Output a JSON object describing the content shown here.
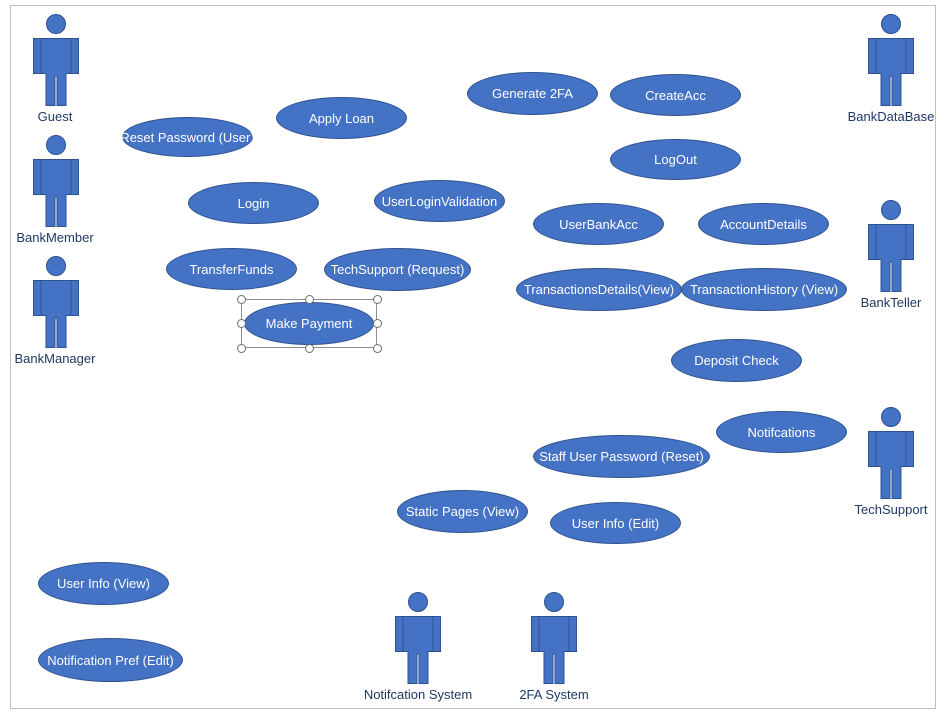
{
  "diagram": {
    "actors": [
      {
        "id": "guest",
        "label": "Guest"
      },
      {
        "id": "bank-member",
        "label": "BankMember"
      },
      {
        "id": "bank-manager",
        "label": "BankManager"
      },
      {
        "id": "bank-database",
        "label": "BankDataBase"
      },
      {
        "id": "bank-teller",
        "label": "BankTeller"
      },
      {
        "id": "tech-support",
        "label": "TechSupport"
      },
      {
        "id": "notification-system",
        "label": "Notifcation System"
      },
      {
        "id": "two-fa-system",
        "label": "2FA System"
      }
    ],
    "use_cases": [
      {
        "id": "reset-password-user",
        "label": "Reset Password (User)"
      },
      {
        "id": "apply-loan",
        "label": "Apply Loan"
      },
      {
        "id": "generate-2fa",
        "label": "Generate 2FA"
      },
      {
        "id": "create-acc",
        "label": "CreateAcc"
      },
      {
        "id": "logout",
        "label": "LogOut"
      },
      {
        "id": "login",
        "label": "Login"
      },
      {
        "id": "user-login-validation",
        "label": "UserLoginValidation"
      },
      {
        "id": "user-bank-acc",
        "label": "UserBankAcc"
      },
      {
        "id": "account-details",
        "label": "AccountDetails"
      },
      {
        "id": "transfer-funds",
        "label": "TransferFunds"
      },
      {
        "id": "tech-support-request",
        "label": "TechSupport (Request)"
      },
      {
        "id": "transactions-details-view",
        "label": "TransactionsDetails(View)"
      },
      {
        "id": "transaction-history-view",
        "label": "TransactionHistory (View)"
      },
      {
        "id": "make-payment",
        "label": "Make Payment"
      },
      {
        "id": "deposit-check",
        "label": "Deposit Check"
      },
      {
        "id": "notifications",
        "label": "Notifcations"
      },
      {
        "id": "staff-user-password-reset",
        "label": "Staff User Password (Reset)"
      },
      {
        "id": "static-pages-view",
        "label": "Static Pages (View)"
      },
      {
        "id": "user-info-edit",
        "label": "User Info (Edit)"
      },
      {
        "id": "user-info-view",
        "label": "User Info (View)"
      },
      {
        "id": "notification-pref-edit",
        "label": "Notification Pref (Edit)"
      }
    ],
    "selected_use_case": "make-payment",
    "colors": {
      "fill": "#4472c4",
      "stroke": "#2f528f",
      "label": "#1f3864"
    }
  }
}
